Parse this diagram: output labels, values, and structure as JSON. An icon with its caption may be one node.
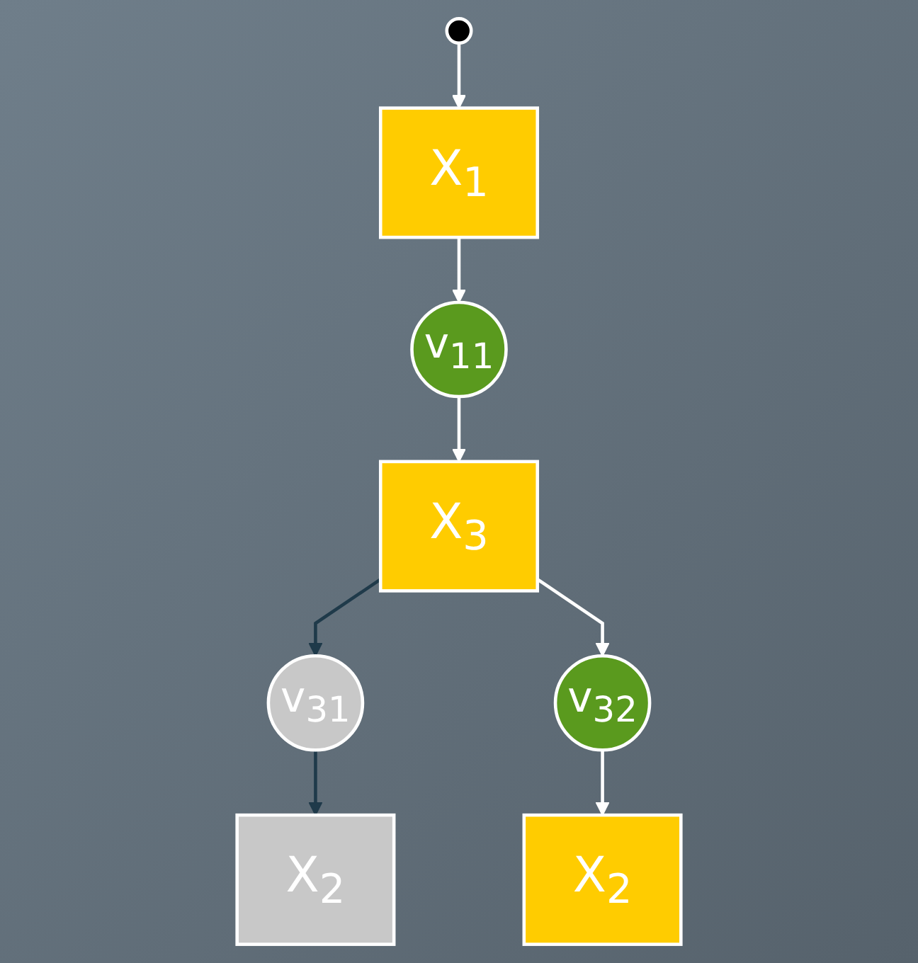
{
  "diagram": {
    "nodes": [
      {
        "text": [],
        "shape": "circle"
      },
      {
        "text": [
          "X$_{1}$"
        ]
      },
      {
        "text": [
          "v$_{11}$"
        ]
      },
      {
        "text": [
          "X$_{3}$"
        ]
      },
      {
        "text": [
          "v$_{31}$"
        ]
      },
      {
        "text": [
          "v$_{32}$"
        ]
      },
      {
        "text": [
          "X$_{2}$"
        ]
      },
      {
        "text": [
          "X$_{2}$"
        ]
      }
    ],
    "edges": [
      {
        "from": 0,
        "to": 1,
        "arrow": "to"
      },
      {
        "from": 1,
        "to": 2,
        "arrow": "to"
      },
      {
        "from": 2,
        "to": 3,
        "arrow": "to"
      },
      {
        "from": 3,
        "to": 4,
        "arrow": "to",
        "color": "#1f3a4a"
      },
      {
        "from": 3,
        "to": 5,
        "arrow": "to"
      },
      {
        "from": 4,
        "to": 6,
        "arrow": "to",
        "color": "#1f3a4a"
      },
      {
        "from": 5,
        "to": 7,
        "arrow": "to"
      }
    ]
  }
}
